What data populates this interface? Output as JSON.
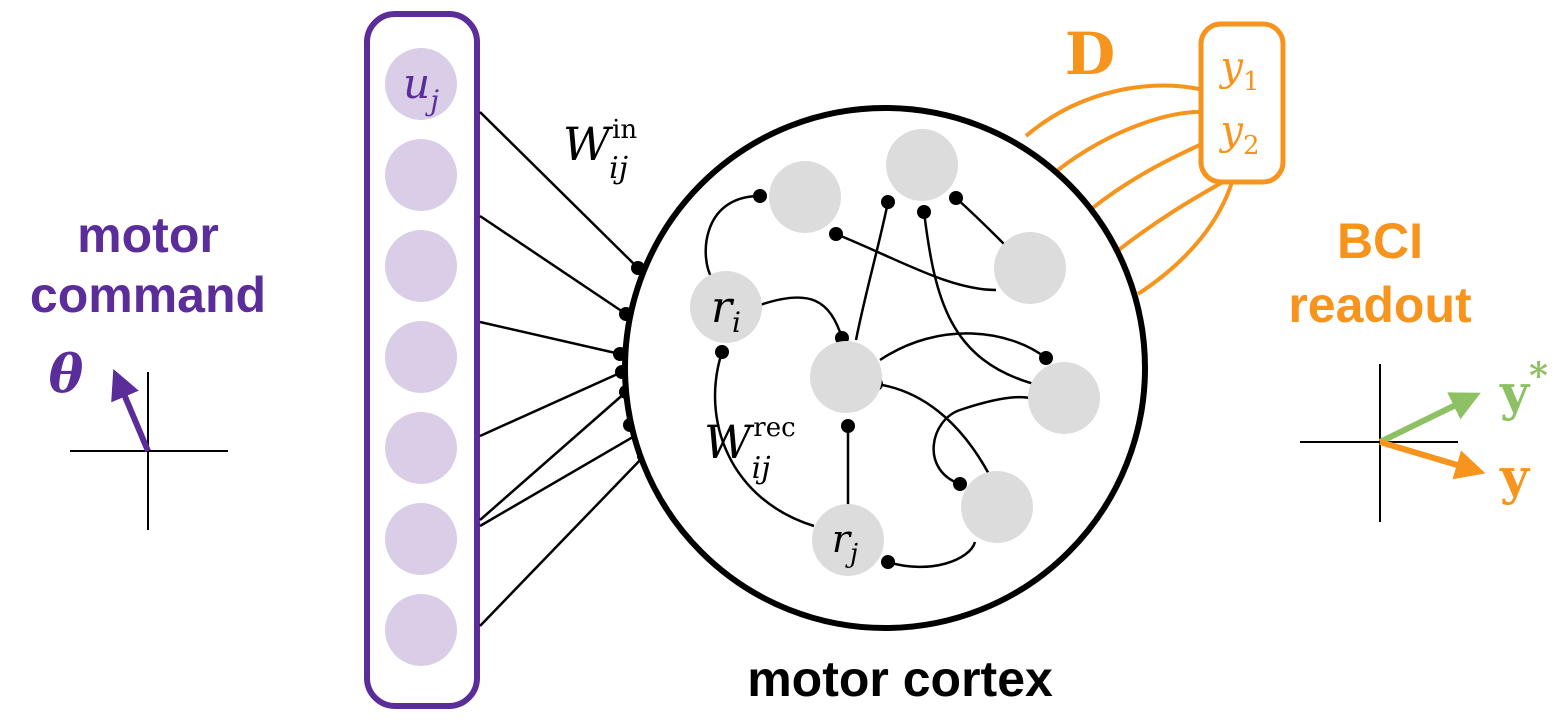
{
  "colors": {
    "purple": "#5b2d9a",
    "input_node_fill": "#d9cde8",
    "orange": "#f7941d",
    "green": "#8dc163",
    "node_gray": "#dcdcdc",
    "ink": "#000000"
  },
  "left": {
    "title_line1": "motor",
    "title_line2": "command",
    "angle_symbol": "θ"
  },
  "input_column": {
    "first_node_label": "u",
    "first_node_subscript": "j"
  },
  "input_weights": {
    "symbol": "W",
    "superscript": "in",
    "subscript": "ij"
  },
  "recurrent": {
    "node_i_label": "r",
    "node_i_subscript": "i",
    "node_j_label": "r",
    "node_j_subscript": "j",
    "weights_symbol": "W",
    "weights_superscript": "rec",
    "weights_subscript": "ij"
  },
  "cortex_label": "motor cortex",
  "decoder": {
    "matrix_label": "D",
    "output_1": "y",
    "output_1_subscript": "1",
    "output_2": "y",
    "output_2_subscript": "2"
  },
  "right": {
    "title_line1": "BCI",
    "title_line2": "readout",
    "target_label": "y",
    "target_superscript": "*",
    "actual_label": "y"
  }
}
